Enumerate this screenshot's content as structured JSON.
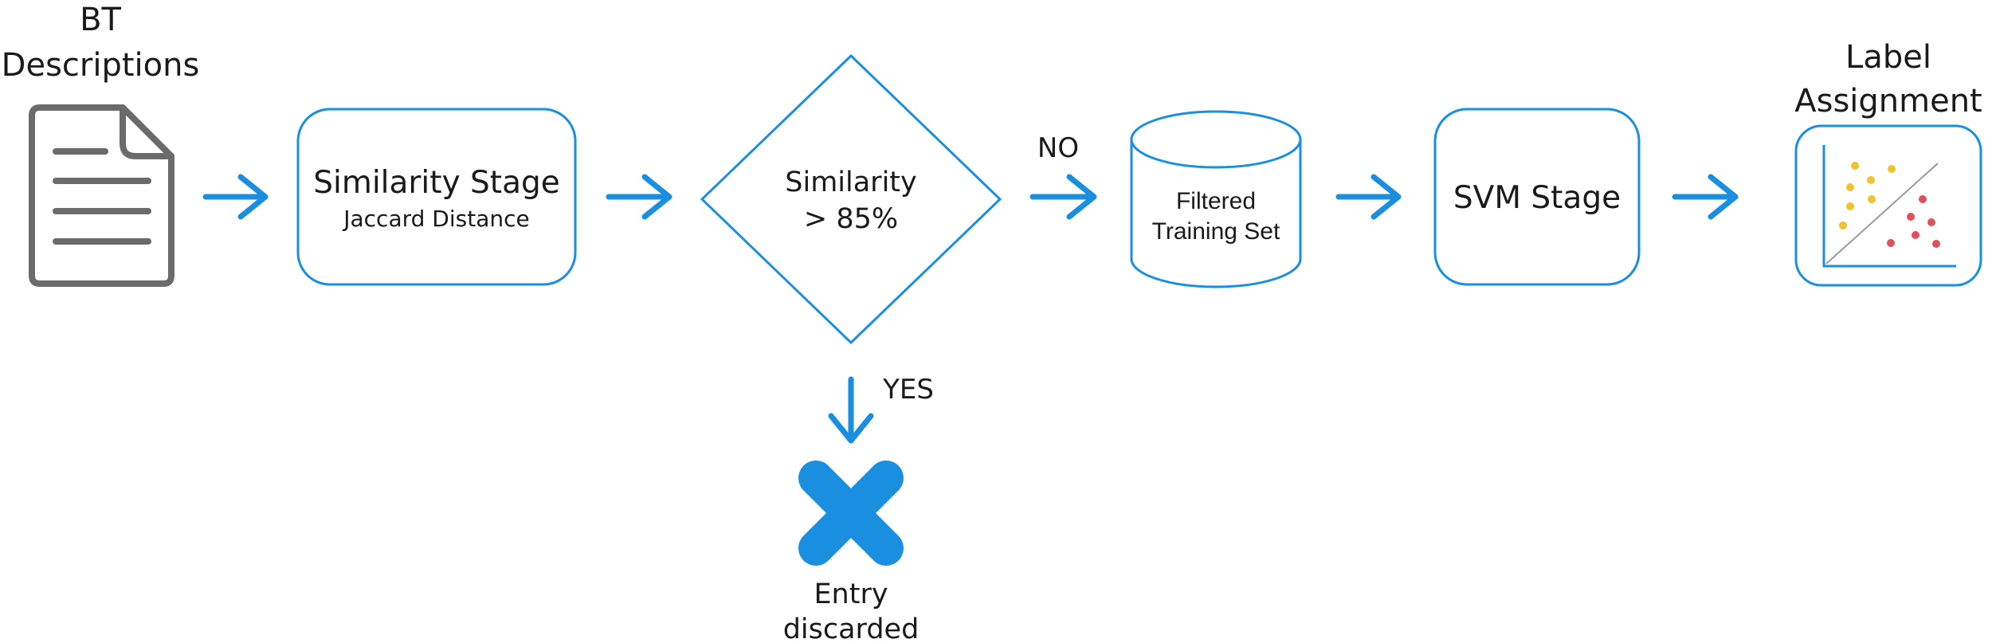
{
  "colors": {
    "accent": "#1a8fe0",
    "document": "#6b6b6b",
    "discard": "#1a8fe0",
    "scatter_yellow": "#f2c12e",
    "scatter_red": "#e0505a"
  },
  "source": {
    "title_line1": "BT",
    "title_line2": "Descriptions",
    "icon": "document-icon"
  },
  "similarity_stage": {
    "title": "Similarity Stage",
    "subtitle": "Jaccard Distance"
  },
  "decision": {
    "line1": "Similarity",
    "line2": "> 85%",
    "no_label": "NO",
    "yes_label": "YES"
  },
  "training_set": {
    "line1": "Filtered",
    "line2": "Training Set"
  },
  "svm_stage": {
    "title": "SVM Stage"
  },
  "output": {
    "title_line1": "Label",
    "title_line2": "Assignment",
    "icon": "scatter-plot-icon"
  },
  "discard": {
    "icon": "x-icon",
    "line1": "Entry",
    "line2": "discarded"
  }
}
